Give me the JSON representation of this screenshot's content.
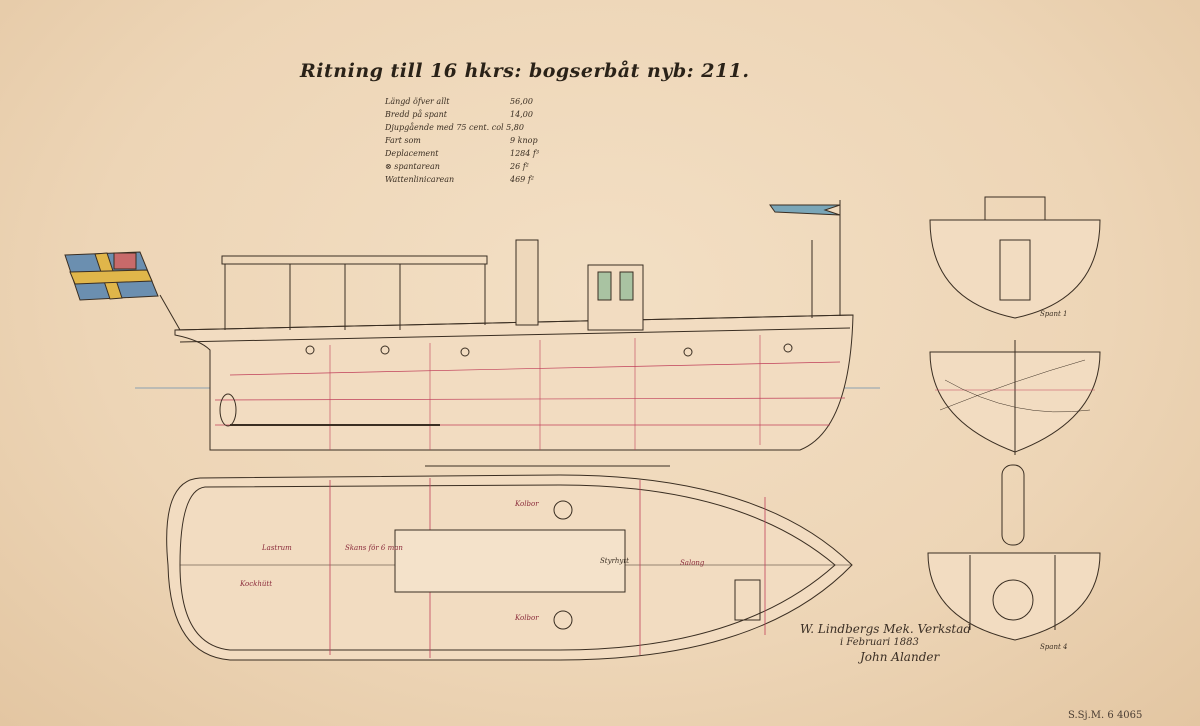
{
  "title": "Ritning till 16 hkrs: bogserbåt nyb: 211.",
  "specs": [
    {
      "label": "Längd öfver allt",
      "value": "56,00"
    },
    {
      "label": "Bredd på spant",
      "value": "14,00"
    },
    {
      "label": "Djupgående med 75 cent. col 5,80",
      "value": ""
    },
    {
      "label": "Fart som",
      "value": "9 knop"
    },
    {
      "label": "Deplacement",
      "value": "1284 f³"
    },
    {
      "label": "⊗ spantarean",
      "value": "26 f²"
    },
    {
      "label": "Wattenlinicarean",
      "value": "469 f²"
    }
  ],
  "plan_labels": {
    "lastrum": "Lastrum",
    "skans": "Skans för 6 man",
    "kolbor_top": "Kolbor",
    "kolbor_bottom": "Kolbor",
    "kockhutt": "Kockhütt",
    "salong": "Salong",
    "styrhytt": "Styrhytt"
  },
  "section_labels": {
    "spant1": "Spant 1",
    "spant4": "Spant 4"
  },
  "signature": {
    "line1": "W. Lindbergs Mek. Verkstad",
    "line2": "i Februari 1883",
    "line3": "John Alander"
  },
  "catalog_ref": "S.Sj.M. 6 4065",
  "colors": {
    "paper": "#eed8bb",
    "ink": "#2a2218",
    "red_ink": "#c0405a",
    "flag_blue": "#6b8fb0",
    "flag_yellow": "#e0b64a"
  }
}
